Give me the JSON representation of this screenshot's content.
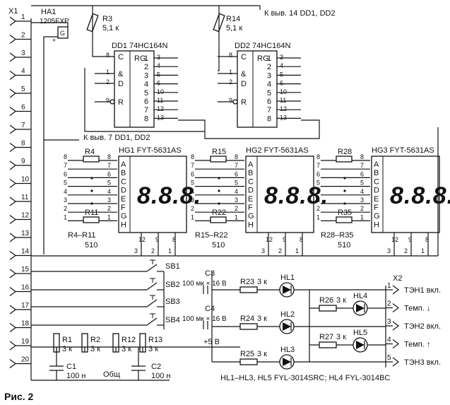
{
  "connector_x1": {
    "name": "X1",
    "pins": [
      "1",
      "2",
      "3",
      "4",
      "5",
      "6",
      "7",
      "8",
      "9",
      "10",
      "11",
      "12",
      "13",
      "14",
      "15",
      "16",
      "17",
      "18",
      "19",
      "20"
    ]
  },
  "connector_x2": {
    "name": "X2",
    "pins": [
      "1",
      "2",
      "3",
      "4",
      "5"
    ],
    "labels": [
      "ТЭН1 вкл.",
      "Темп. ↓",
      "ТЭН2 вкл.",
      "Темп. ↑",
      "ТЭН3 вкл."
    ]
  },
  "buzzer": {
    "ref": "HA1",
    "type": "1205FXP",
    "marks": [
      "G",
      "+"
    ]
  },
  "shift_registers": [
    {
      "ref": "DD1 74HC164N"
    },
    {
      "ref": "DD2 74HC164N"
    }
  ],
  "register_pins": {
    "inputs": [
      "C",
      "&",
      "D",
      "R"
    ],
    "rg": "RG",
    "input_numbers": [
      "8",
      "1",
      "2",
      "9"
    ],
    "output_bits": [
      "1",
      "2",
      "3",
      "4",
      "5",
      "6",
      "7",
      "8"
    ],
    "output_pins": [
      "3",
      "4",
      "5",
      "6",
      "10",
      "11",
      "12",
      "13"
    ]
  },
  "resistors_top": [
    {
      "ref": "R3",
      "value": "5,1 к"
    },
    {
      "ref": "R14",
      "value": "5,1 к"
    }
  ],
  "notes": {
    "pin14": "К выв. 14 DD1, DD2",
    "pin7": "К выв. 7 DD1, DD2",
    "plus5": "+5 В",
    "common": "Общ"
  },
  "indicators": [
    {
      "ref": "HG1 FYT-5631AS",
      "r_first": "R4",
      "r_last": "R11",
      "group": "R4–R11",
      "group_value": "510"
    },
    {
      "ref": "HG2 FYT-5631AS",
      "r_first": "R15",
      "r_last": "R22",
      "group": "R15–R22",
      "group_value": "510"
    },
    {
      "ref": "HG3 FYT-5631AS",
      "r_first": "R28",
      "r_last": "R35",
      "group": "R28–R35",
      "group_value": "510"
    }
  ],
  "segment_letters": [
    "A",
    "B",
    "C",
    "D",
    "E",
    "F",
    "G",
    "H"
  ],
  "segment_pins": [
    "8",
    "7",
    "6",
    "5",
    "4",
    "3",
    "2",
    "1"
  ],
  "digit_pins": [
    "12",
    "9",
    "8"
  ],
  "digit_numbers": [
    "3",
    "2",
    "1"
  ],
  "display_text": "8.8.8.",
  "buttons": [
    {
      "ref": "SB1"
    },
    {
      "ref": "SB2"
    },
    {
      "ref": "SB3"
    },
    {
      "ref": "SB4"
    }
  ],
  "capacitors_signal": [
    {
      "ref": "C3",
      "value": "100 мк × 16 В"
    },
    {
      "ref": "C4",
      "value": "100 мк × 16 В"
    }
  ],
  "leds": [
    {
      "ref": "HL1",
      "resistor": "R23",
      "r_value": "3 к"
    },
    {
      "ref": "HL2",
      "resistor": "R24",
      "r_value": "3 к"
    },
    {
      "ref": "HL3",
      "resistor": "R25",
      "r_value": "3 к"
    },
    {
      "ref": "HL4",
      "resistor": "R26",
      "r_value": "3 к"
    },
    {
      "ref": "HL5",
      "resistor": "R27",
      "r_value": "3 к"
    }
  ],
  "pullups": [
    {
      "ref": "R1",
      "value": "3 к"
    },
    {
      "ref": "R2",
      "value": "3 к"
    },
    {
      "ref": "R12",
      "value": "3 к"
    },
    {
      "ref": "R13",
      "value": "3 к"
    }
  ],
  "filter_caps": [
    {
      "ref": "C1",
      "value": "100 н"
    },
    {
      "ref": "C2",
      "value": "100 н"
    }
  ],
  "led_types": "HL1–HL3, HL5 FYL-3014SRC; HL4 FYL-3014BC",
  "figure_label": "Рис. 2"
}
